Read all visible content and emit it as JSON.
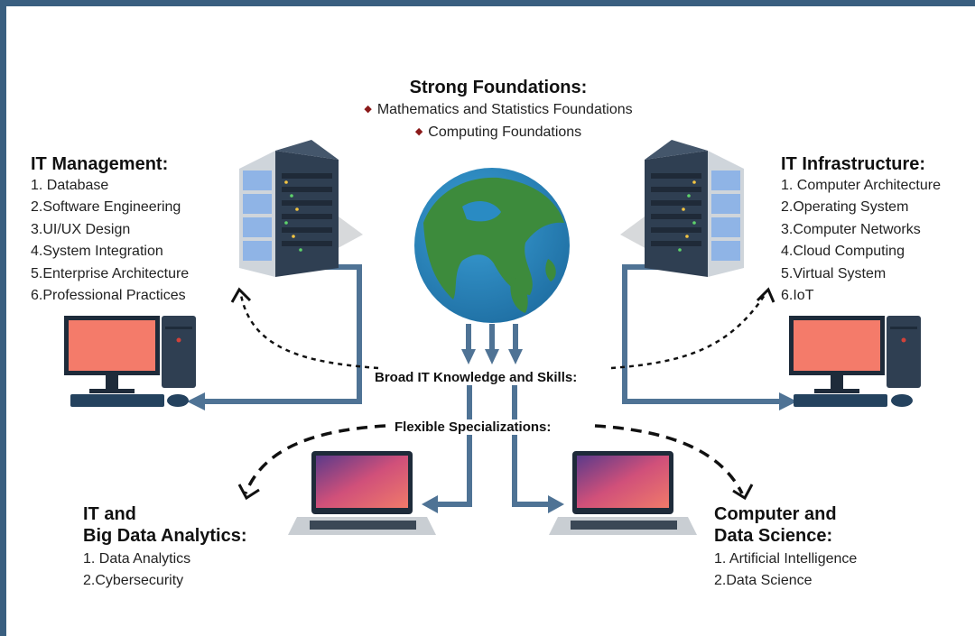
{
  "foundations": {
    "title": "Strong Foundations:",
    "items": [
      "Mathematics and Statistics Foundations",
      "Computing Foundations"
    ]
  },
  "it_management": {
    "title": "IT Management:",
    "items": [
      "1. Database",
      "2.Software Engineering",
      "3.UI/UX Design",
      "4.System Integration",
      "5.Enterprise Architecture",
      "6.Professional Practices"
    ]
  },
  "it_infrastructure": {
    "title": "IT Infrastructure:",
    "items": [
      "1. Computer Architecture",
      "2.Operating System",
      "3.Computer Networks",
      "4.Cloud Computing",
      "5.Virtual System",
      "6.IoT"
    ]
  },
  "broad_label": "Broad IT Knowledge and Skills:",
  "flexible_label": "Flexible Specializations:",
  "big_data": {
    "title_line1": "IT and",
    "title_line2": "Big Data Analytics:",
    "items": [
      "1. Data Analytics",
      "2.Cybersecurity"
    ]
  },
  "computer_science": {
    "title_line1": "Computer and",
    "title_line2": "Data Science:",
    "items": [
      "1. Artificial Intelligence",
      "2.Data Science"
    ]
  },
  "colors": {
    "frame": "#3a5f80",
    "connector": "#4f7395",
    "monitor": "#f47b6a",
    "server": "#2f3f52",
    "globe_ocean": "#2a8bc3",
    "globe_land": "#3d8b3c",
    "bullet": "#8b1a1a"
  },
  "icons": [
    "server-icon",
    "globe-icon",
    "desktop-computer-icon",
    "laptop-icon"
  ]
}
